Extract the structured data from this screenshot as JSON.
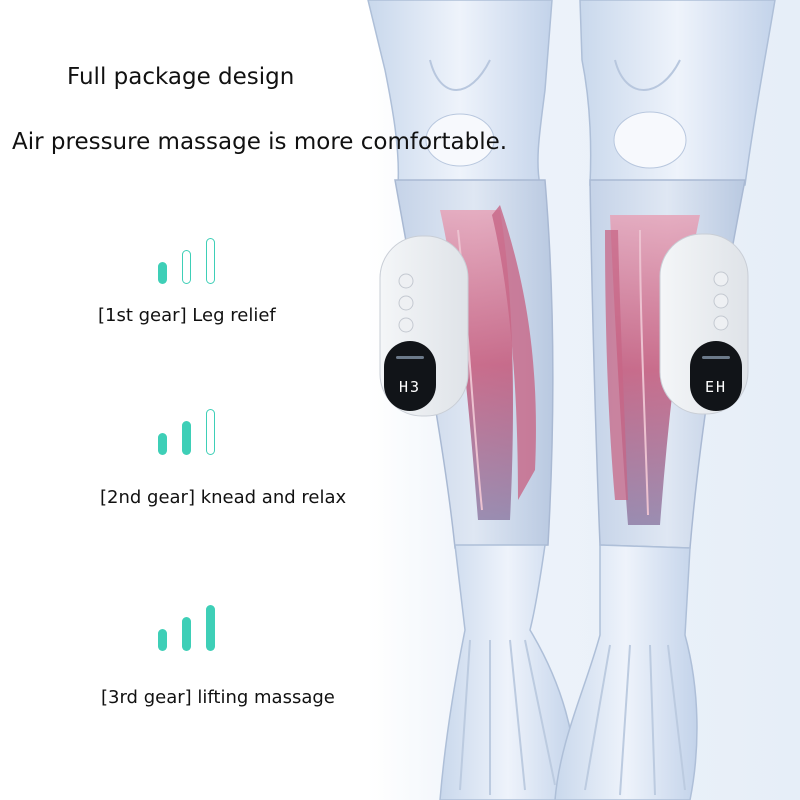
{
  "headline": {
    "line1": "Full package design",
    "line2": "Air pressure massage is more comfortable."
  },
  "accent_color": "#3ecfb7",
  "gears": [
    {
      "label": "[1st gear] Leg relief",
      "filled_bars": 1,
      "total_bars": 3
    },
    {
      "label": "[2nd gear] knead and relax",
      "filled_bars": 2,
      "total_bars": 3
    },
    {
      "label": "[3rd gear] lifting massage",
      "filled_bars": 3,
      "total_bars": 3
    }
  ],
  "devices": {
    "left_display": "H3",
    "right_display": "EH"
  }
}
